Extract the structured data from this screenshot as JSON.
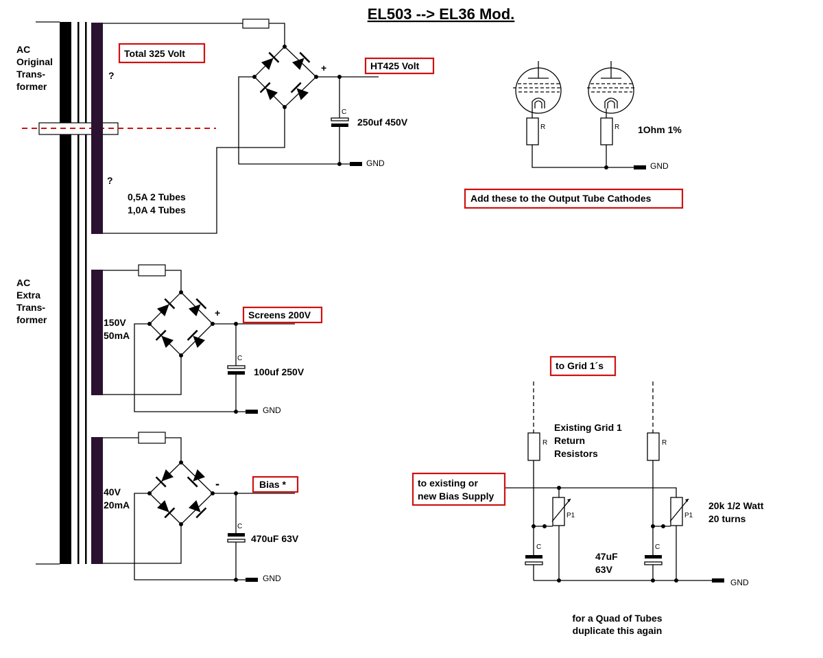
{
  "title": "EL503 --> EL36 Mod.",
  "transformer_original": [
    "AC",
    "Original",
    "Trans-",
    "former"
  ],
  "transformer_extra": [
    "AC",
    "Extra",
    "Trans-",
    "former"
  ],
  "ht_supply": {
    "total_box": "Total 325 Volt",
    "unknown_upper": "?",
    "unknown_lower": "?",
    "current_lines": [
      "0,5A 2 Tubes",
      "1,0A 4 Tubes"
    ],
    "plus": "+",
    "output_box": "HT425 Volt",
    "cap_label": "C",
    "cap_value": "250uf 450V",
    "gnd": "GND"
  },
  "screen_supply": {
    "secondary_lines": [
      "150V",
      "50mA"
    ],
    "plus": "+",
    "output_box": "Screens 200V",
    "cap_label": "C",
    "cap_value": "100uf 250V",
    "gnd": "GND"
  },
  "bias_supply": {
    "secondary_lines": [
      "40V",
      "20mA"
    ],
    "minus": "-",
    "output_box": "Bias *",
    "cap_label": "C",
    "cap_value": "470uF 63V",
    "gnd": "GND"
  },
  "cathode_section": {
    "r_label": "R",
    "value": "1Ohm 1%",
    "gnd": "GND",
    "note_box": "Add these to the Output Tube Cathodes"
  },
  "grid_section": {
    "top_box": "to Grid 1´s",
    "existing_lines": [
      "Existing Grid 1",
      "Return",
      "Resistors"
    ],
    "r_label": "R",
    "bias_box_lines": [
      "to existing or",
      "new Bias Supply"
    ],
    "pot_label": "P1",
    "pot_value_lines": [
      "20k 1/2 Watt",
      "20 turns"
    ],
    "cap_label": "C",
    "cap_value_lines": [
      "47uF",
      "63V"
    ],
    "gnd": "GND",
    "quad_note": [
      "for a Quad of Tubes",
      "duplicate this again"
    ]
  }
}
